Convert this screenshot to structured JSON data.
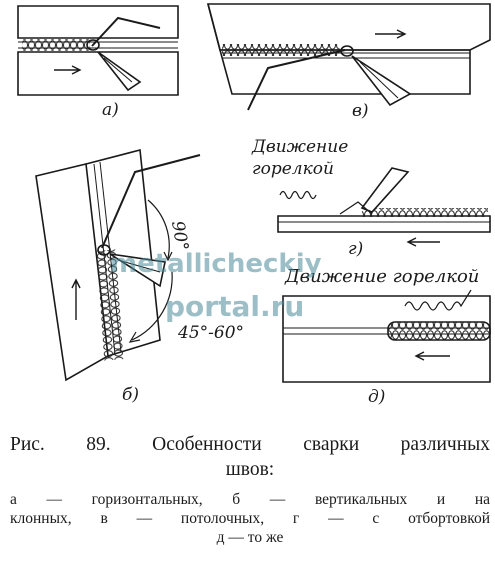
{
  "figure": {
    "labels": {
      "a": "а)",
      "b": "б)",
      "v": "в)",
      "g": "г)",
      "d": "д)"
    },
    "annotations": {
      "torch_motion_g_line1": "Движение",
      "torch_motion_g_line2": "горелкой",
      "torch_motion_d": "Движение горелкой",
      "angle_90": "90°",
      "angle_45_60": "45°-60°"
    },
    "watermark": {
      "line1": "metallicheckiy",
      "line2": "portal.ru"
    }
  },
  "caption": {
    "title_line1": "Рис.  89.  Особенности  сварки  различных",
    "title_line2": "швов:",
    "body_line1": "а — горизонтальных,   б — вертикальных   и на",
    "body_line2": "клонных,  в — потолочных,   г — с отбортовкой",
    "body_line3": "д — то же"
  }
}
